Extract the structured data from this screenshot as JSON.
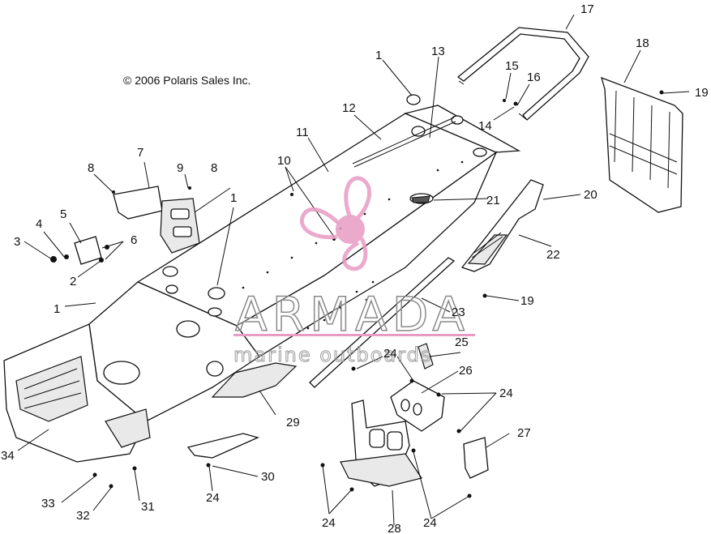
{
  "copyright": "© 2006 Polaris Sales Inc.",
  "watermark": {
    "brand": "ARMADA",
    "tagline": "marine outboards",
    "accent_color": "#e89bc4",
    "logo_icon": "propeller-icon"
  },
  "callouts": [
    {
      "id": "c1a",
      "label": "1"
    },
    {
      "id": "c1b",
      "label": "1"
    },
    {
      "id": "c1c",
      "label": "1"
    },
    {
      "id": "c2",
      "label": "2"
    },
    {
      "id": "c3",
      "label": "3"
    },
    {
      "id": "c4",
      "label": "4"
    },
    {
      "id": "c5",
      "label": "5"
    },
    {
      "id": "c6",
      "label": "6"
    },
    {
      "id": "c7",
      "label": "7"
    },
    {
      "id": "c8a",
      "label": "8"
    },
    {
      "id": "c8b",
      "label": "8"
    },
    {
      "id": "c9",
      "label": "9"
    },
    {
      "id": "c10",
      "label": "10"
    },
    {
      "id": "c11",
      "label": "11"
    },
    {
      "id": "c12",
      "label": "12"
    },
    {
      "id": "c13",
      "label": "13"
    },
    {
      "id": "c14",
      "label": "14"
    },
    {
      "id": "c15",
      "label": "15"
    },
    {
      "id": "c16",
      "label": "16"
    },
    {
      "id": "c17",
      "label": "17"
    },
    {
      "id": "c18",
      "label": "18"
    },
    {
      "id": "c19a",
      "label": "19"
    },
    {
      "id": "c19b",
      "label": "19"
    },
    {
      "id": "c20",
      "label": "20"
    },
    {
      "id": "c21",
      "label": "21"
    },
    {
      "id": "c22",
      "label": "22"
    },
    {
      "id": "c23",
      "label": "23"
    },
    {
      "id": "c24a",
      "label": "24"
    },
    {
      "id": "c24b",
      "label": "24"
    },
    {
      "id": "c24c",
      "label": "24"
    },
    {
      "id": "c24d",
      "label": "24"
    },
    {
      "id": "c24e",
      "label": "24"
    },
    {
      "id": "c25",
      "label": "25"
    },
    {
      "id": "c26",
      "label": "26"
    },
    {
      "id": "c27",
      "label": "27"
    },
    {
      "id": "c28",
      "label": "28"
    },
    {
      "id": "c29",
      "label": "29"
    },
    {
      "id": "c30",
      "label": "30"
    },
    {
      "id": "c31",
      "label": "31"
    },
    {
      "id": "c32",
      "label": "32"
    },
    {
      "id": "c33",
      "label": "33"
    },
    {
      "id": "c34",
      "label": "34"
    }
  ]
}
